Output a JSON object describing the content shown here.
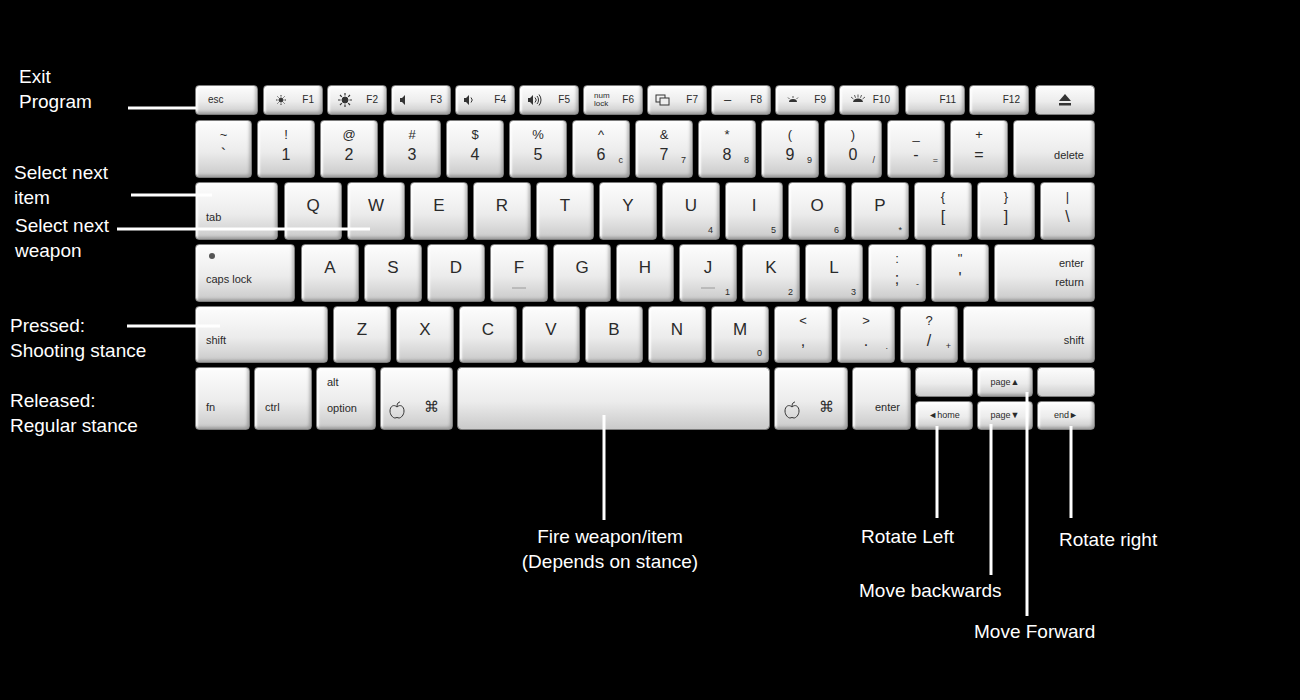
{
  "diagram": {
    "nodes": [
      {
        "text": [
          "esc"
        ]
      },
      {
        "text": [
          "F1"
        ]
      },
      {
        "text": [
          "F2"
        ]
      },
      {
        "text": [
          "F3"
        ]
      },
      {
        "text": [
          "F4"
        ]
      },
      {
        "text": [
          "F5"
        ]
      },
      {
        "text": [
          "num lock",
          "F6"
        ]
      },
      {
        "text": [
          "F7"
        ]
      },
      {
        "text": [
          "–",
          "F8"
        ]
      },
      {
        "text": [
          "F9"
        ]
      },
      {
        "text": [
          "F10"
        ]
      },
      {
        "text": [
          "F11"
        ]
      },
      {
        "text": [
          "F12"
        ]
      },
      {
        "text": [
          "~",
          "`"
        ]
      },
      {
        "text": [
          "!",
          "1"
        ]
      },
      {
        "text": [
          "@",
          "2"
        ]
      },
      {
        "text": [
          "#",
          "3"
        ]
      },
      {
        "text": [
          "$",
          "4"
        ]
      },
      {
        "text": [
          "%",
          "5"
        ]
      },
      {
        "text": [
          "^",
          "6",
          "c"
        ]
      },
      {
        "text": [
          "&",
          "7",
          "7"
        ]
      },
      {
        "text": [
          "*",
          "8",
          "8"
        ]
      },
      {
        "text": [
          "(",
          "9",
          "9"
        ]
      },
      {
        "text": [
          ")",
          "0",
          "/"
        ]
      },
      {
        "text": [
          "_",
          "-",
          "="
        ]
      },
      {
        "text": [
          "+",
          "="
        ]
      },
      {
        "text": [
          "delete"
        ]
      },
      {
        "text": [
          "tab"
        ]
      },
      {
        "text": [
          "Q"
        ]
      },
      {
        "text": [
          "W"
        ]
      },
      {
        "text": [
          "E"
        ]
      },
      {
        "text": [
          "R"
        ]
      },
      {
        "text": [
          "T"
        ]
      },
      {
        "text": [
          "Y"
        ]
      },
      {
        "text": [
          "U",
          "4"
        ]
      },
      {
        "text": [
          "I",
          "5"
        ]
      },
      {
        "text": [
          "O",
          "6"
        ]
      },
      {
        "text": [
          "P",
          "*"
        ]
      },
      {
        "text": [
          "{",
          "["
        ]
      },
      {
        "text": [
          "}",
          "]"
        ]
      },
      {
        "text": [
          "|",
          "\\"
        ]
      },
      {
        "text": [
          "caps lock"
        ]
      },
      {
        "text": [
          "A"
        ]
      },
      {
        "text": [
          "S"
        ]
      },
      {
        "text": [
          "D"
        ]
      },
      {
        "text": [
          "F"
        ]
      },
      {
        "text": [
          "G"
        ]
      },
      {
        "text": [
          "H"
        ]
      },
      {
        "text": [
          "J",
          "1"
        ]
      },
      {
        "text": [
          "K",
          "2"
        ]
      },
      {
        "text": [
          "L",
          "3"
        ]
      },
      {
        "text": [
          ":",
          ";",
          "-"
        ]
      },
      {
        "text": [
          "\"",
          "'"
        ]
      },
      {
        "text": [
          "enter",
          "return"
        ]
      },
      {
        "text": [
          "shift"
        ]
      },
      {
        "text": [
          "Z"
        ]
      },
      {
        "text": [
          "X"
        ]
      },
      {
        "text": [
          "C"
        ]
      },
      {
        "text": [
          "V"
        ]
      },
      {
        "text": [
          "B"
        ]
      },
      {
        "text": [
          "N"
        ]
      },
      {
        "text": [
          "M",
          "0"
        ]
      },
      {
        "text": [
          "<",
          ","
        ]
      },
      {
        "text": [
          ">",
          ".",
          "."
        ]
      },
      {
        "text": [
          "?",
          "/",
          "+"
        ]
      },
      {
        "text": [
          "shift"
        ]
      },
      {
        "text": [
          "fn"
        ]
      },
      {
        "text": [
          "ctrl"
        ]
      },
      {
        "text": [
          "alt",
          "option"
        ]
      },
      {
        "text": [
          "⌘"
        ]
      },
      {
        "text": [
          "⌘"
        ]
      },
      {
        "text": [
          "enter"
        ]
      },
      {
        "text": [
          "page▲"
        ]
      },
      {
        "text": [
          "◄home"
        ]
      },
      {
        "text": [
          "page▼"
        ]
      },
      {
        "text": [
          "end►"
        ]
      }
    ],
    "labels": [
      "Exit Program",
      "Select next item",
      "Select next weapon",
      "Pressed: Shooting stance",
      "Released: Regular stance",
      "Fire weapon/item (Depends on stance)",
      "Rotate Left",
      "Move backwards",
      "Move Forward",
      "Rotate right"
    ]
  }
}
